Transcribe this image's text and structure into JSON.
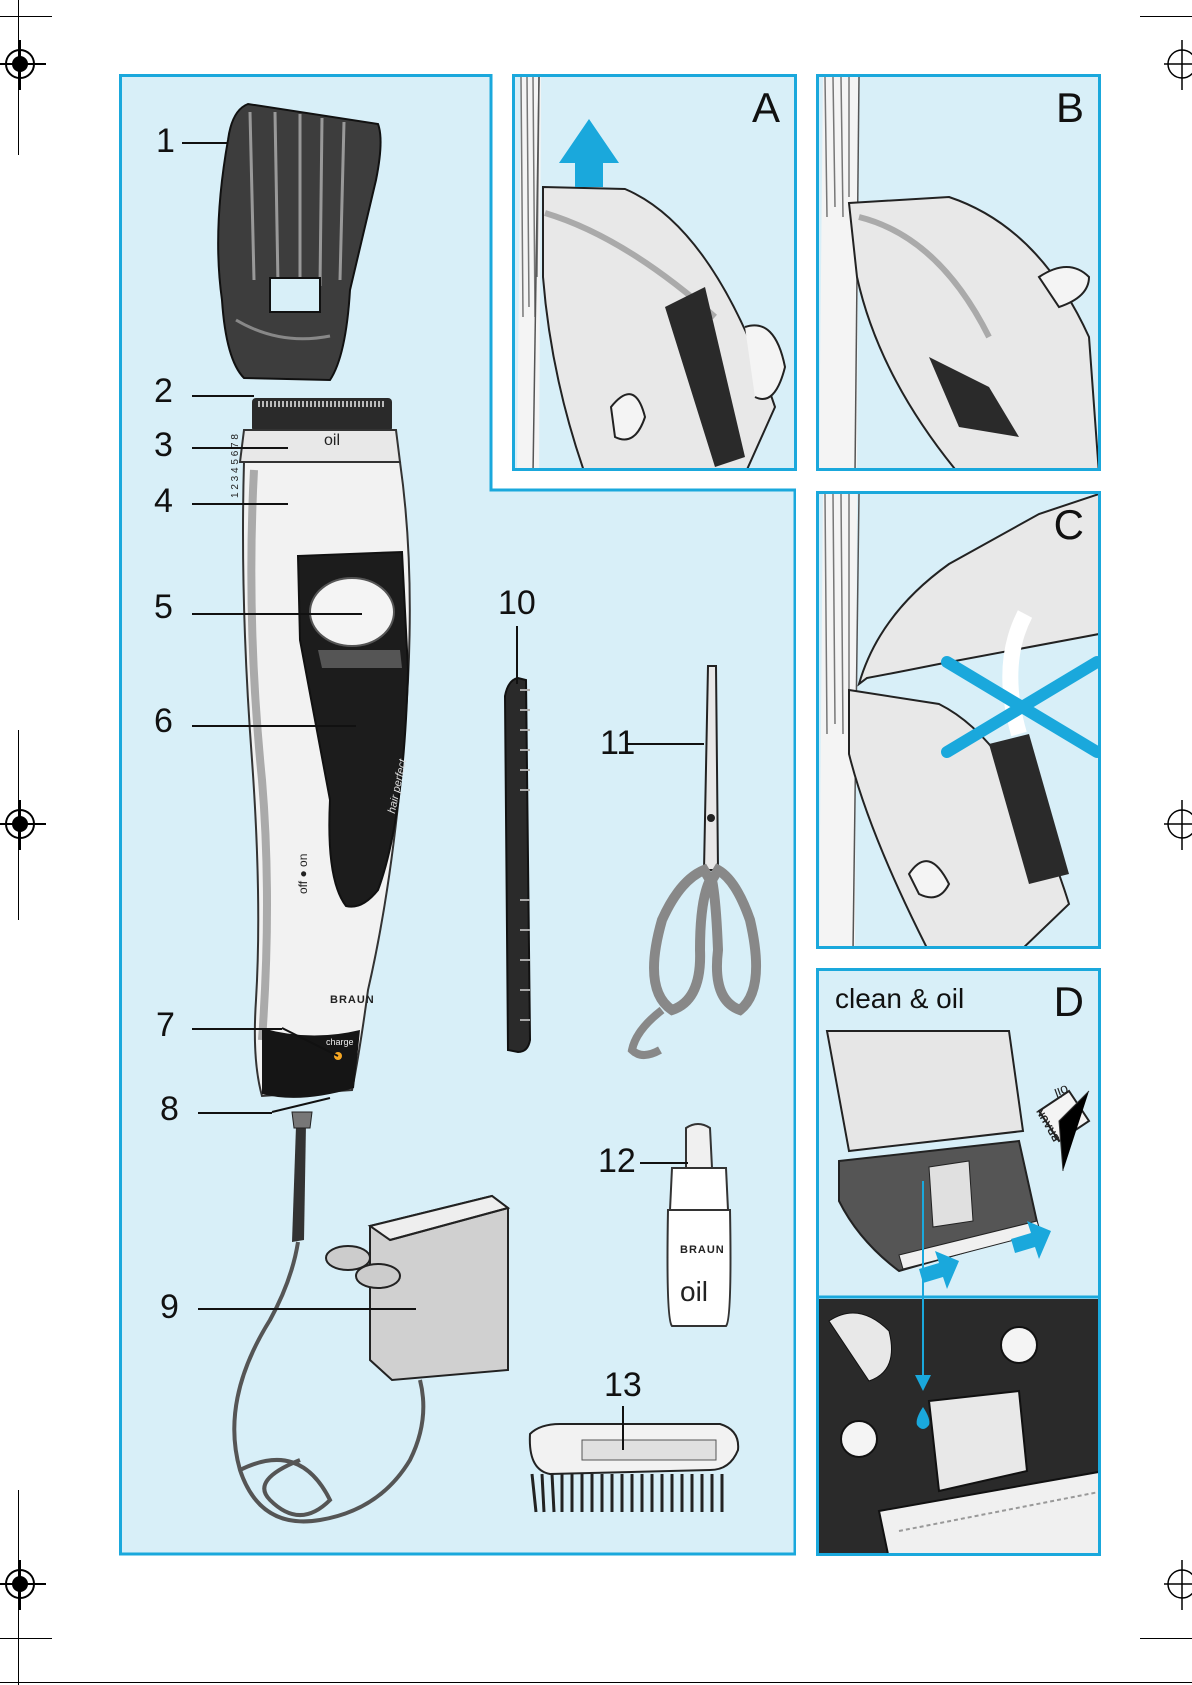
{
  "callouts": [
    "1",
    "2",
    "3",
    "4",
    "5",
    "6",
    "7",
    "8",
    "9",
    "10",
    "11",
    "12",
    "13"
  ],
  "panels": {
    "a": {
      "letter": "A"
    },
    "b": {
      "letter": "B"
    },
    "c": {
      "letter": "C"
    },
    "d": {
      "letter": "D",
      "caption": "clean & oil"
    }
  },
  "device": {
    "head_label": "oil",
    "scale_numbers": "1 2 3 4 5 6 7 8",
    "switch_label": "off ● on",
    "model_label": "hair perfect",
    "brand": "BRAUN",
    "charge_label": "charge"
  },
  "oil_bottle": {
    "brand": "BRAUN",
    "label": "oil"
  },
  "panel_d_bottle": {
    "brand": "BRAUN",
    "label": "oil"
  },
  "colors": {
    "accent": "#1aa8dc",
    "panel_bg": "#d8eff8",
    "arrow": "#1aa8dc"
  }
}
